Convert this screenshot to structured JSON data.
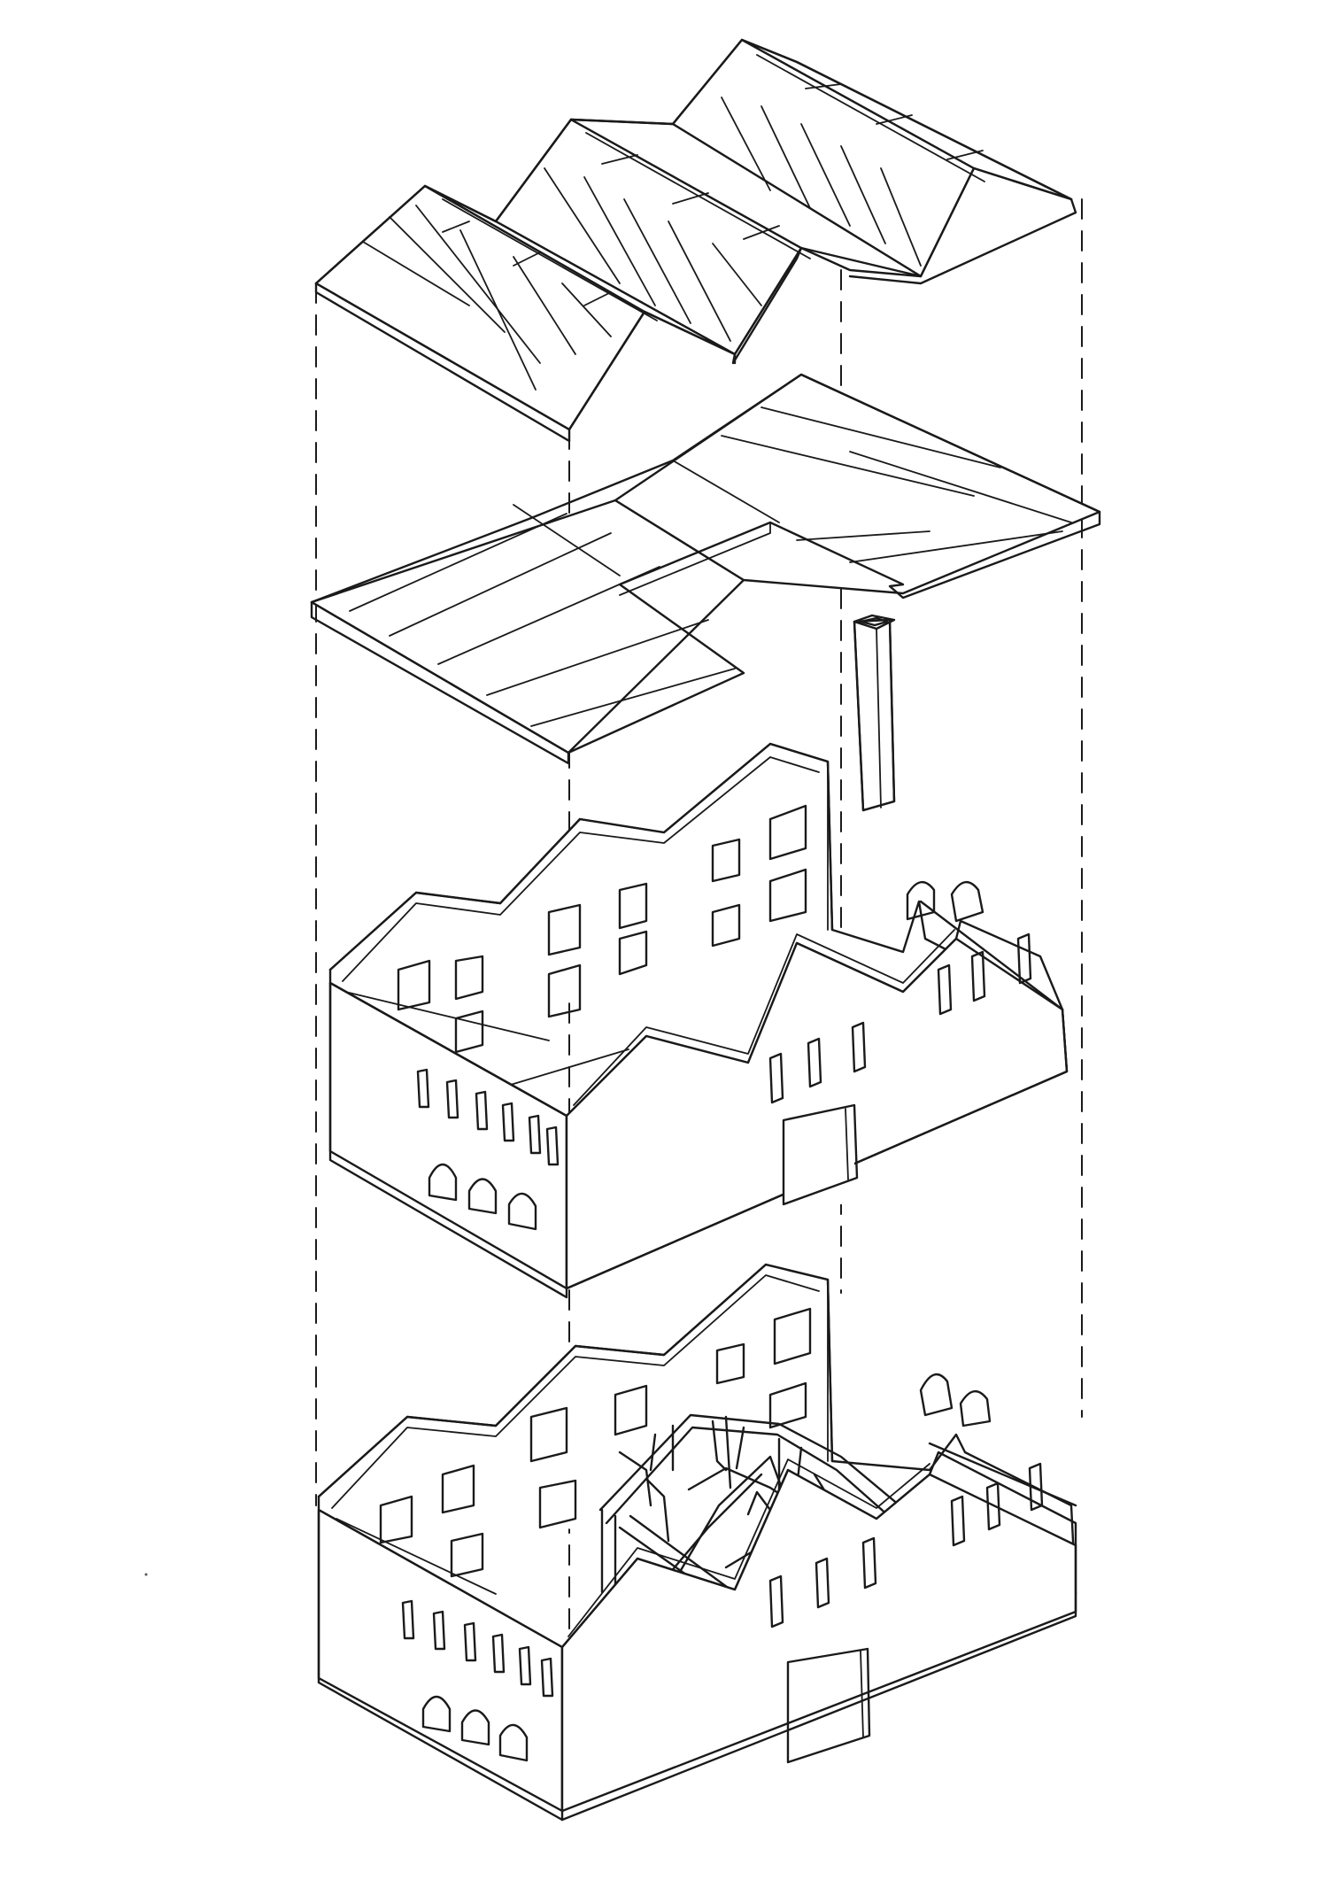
{
  "drawing": {
    "kind": "hand-drawn exploded axonometric sketch",
    "background": "#ffffff",
    "ink": "#1a1a1a",
    "layers": [
      "sawtooth-roof",
      "flat-roof-panels",
      "upper-building-shell",
      "lower-building-shell-with-trusses"
    ]
  }
}
